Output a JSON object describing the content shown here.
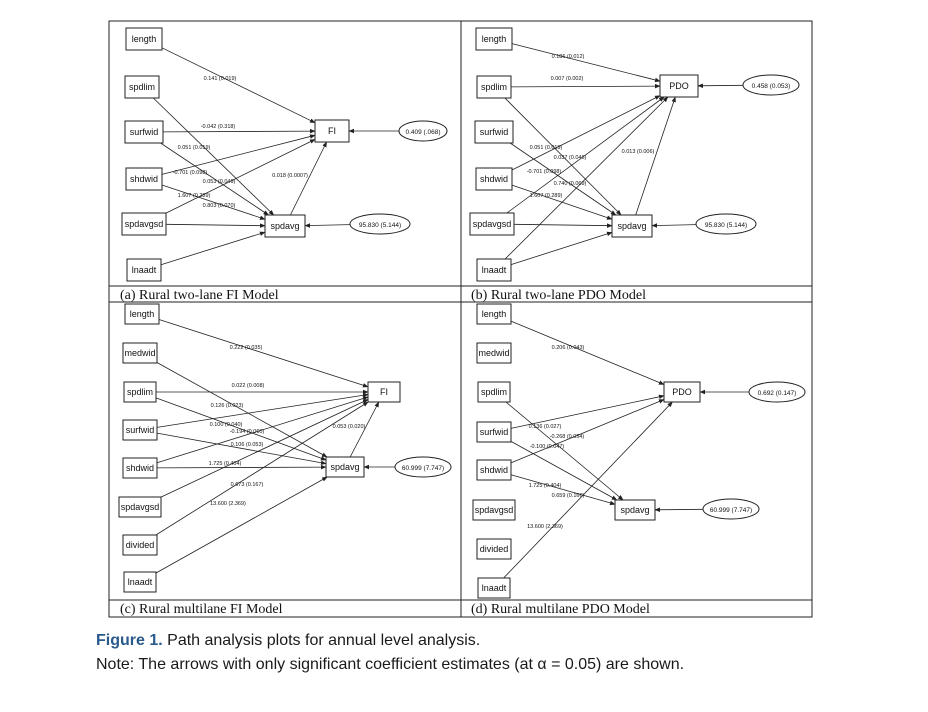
{
  "figure": {
    "caption_label": "Figure 1.",
    "caption_text": "Path analysis plots for annual level analysis.",
    "note": "Note: The arrows with only significant coefficient estimates (at α = 0.05) are shown."
  },
  "panels": [
    {
      "id": "a",
      "label": "(a) Rural two-lane FI Model",
      "nodes": [
        {
          "id": "length",
          "label": "length"
        },
        {
          "id": "spdlim",
          "label": "spdlim"
        },
        {
          "id": "surfwid",
          "label": "surfwid"
        },
        {
          "id": "shdwid",
          "label": "shdwid"
        },
        {
          "id": "spdavgsd",
          "label": "spdavgsd"
        },
        {
          "id": "lnaadt",
          "label": "lnaadt"
        },
        {
          "id": "FI",
          "label": "FI"
        },
        {
          "id": "spdavg",
          "label": "spdavg"
        },
        {
          "id": "res_FI",
          "label": "0.409 (.068)"
        },
        {
          "id": "res_spd",
          "label": "95.830 (5.144)"
        }
      ],
      "edges": [
        {
          "from": "length",
          "to": "FI",
          "label": "0.141 (0.019)"
        },
        {
          "from": "surfwid",
          "to": "FI",
          "label": "-0.042 (0.318)"
        },
        {
          "from": "spdlim",
          "to": "spdavg",
          "label": "0.051 (0.019)"
        },
        {
          "from": "surfwid",
          "to": "spdavg",
          "label": "-0.701 (0.098)"
        },
        {
          "from": "shdwid",
          "to": "spdavg",
          "label": "0.053 (0.049)"
        },
        {
          "from": "spdavgsd",
          "to": "spdavg",
          "label": "1.607 (0.289)"
        },
        {
          "from": "lnaadt",
          "to": "spdavg",
          "label": "0.803 (0.070)"
        },
        {
          "from": "shdwid",
          "to": "FI",
          "label": ""
        },
        {
          "from": "spdavgsd",
          "to": "FI",
          "label": ""
        },
        {
          "from": "spdavg",
          "to": "FI",
          "label": "0.018 (0.0007)"
        },
        {
          "from": "res_FI",
          "to": "FI",
          "label": ""
        },
        {
          "from": "res_spd",
          "to": "spdavg",
          "label": ""
        }
      ]
    },
    {
      "id": "b",
      "label": "(b) Rural two-lane PDO Model",
      "nodes": [
        {
          "id": "length",
          "label": "length"
        },
        {
          "id": "spdlim",
          "label": "spdlim"
        },
        {
          "id": "surfwid",
          "label": "surfwid"
        },
        {
          "id": "shdwid",
          "label": "shdwid"
        },
        {
          "id": "spdavgsd",
          "label": "spdavgsd"
        },
        {
          "id": "lnaadt",
          "label": "lnaadt"
        },
        {
          "id": "PDO",
          "label": "PDO"
        },
        {
          "id": "spdavg",
          "label": "spdavg"
        },
        {
          "id": "res_PDO",
          "label": "0.458 (0.053)"
        },
        {
          "id": "res_spd",
          "label": "95.830 (5.144)"
        }
      ],
      "edges": [
        {
          "from": "length",
          "to": "PDO",
          "label": "0.186 (0.012)"
        },
        {
          "from": "spdlim",
          "to": "PDO",
          "label": "0.007 (0.002)"
        },
        {
          "from": "spdlim",
          "to": "spdavg",
          "label": "0.051 (0.019)"
        },
        {
          "from": "surfwid",
          "to": "spdavg",
          "label": "0.037 (0.046)"
        },
        {
          "from": "shdwid",
          "to": "spdavg",
          "label": "-0.701 (0.098)"
        },
        {
          "from": "spdavgsd",
          "to": "spdavg",
          "label": "0.740 (0.069)"
        },
        {
          "from": "lnaadt",
          "to": "spdavg",
          "label": "1.607 (0.289)"
        },
        {
          "from": "shdwid",
          "to": "PDO",
          "label": ""
        },
        {
          "from": "spdavgsd",
          "to": "PDO",
          "label": ""
        },
        {
          "from": "lnaadt",
          "to": "PDO",
          "label": ""
        },
        {
          "from": "spdavg",
          "to": "PDO",
          "label": "0.013 (0.006)"
        },
        {
          "from": "res_PDO",
          "to": "PDO",
          "label": ""
        },
        {
          "from": "res_spd",
          "to": "spdavg",
          "label": ""
        }
      ]
    },
    {
      "id": "c",
      "label": "(c) Rural multilane FI Model",
      "nodes": [
        {
          "id": "length",
          "label": "length"
        },
        {
          "id": "medwid",
          "label": "medwid"
        },
        {
          "id": "spdlim",
          "label": "spdlim"
        },
        {
          "id": "surfwid",
          "label": "surfwid"
        },
        {
          "id": "shdwid",
          "label": "shdwid"
        },
        {
          "id": "spdavgsd",
          "label": "spdavgsd"
        },
        {
          "id": "divided",
          "label": "divided"
        },
        {
          "id": "lnaadt",
          "label": "lnaadt"
        },
        {
          "id": "FI",
          "label": "FI"
        },
        {
          "id": "spdavg",
          "label": "spdavg"
        },
        {
          "id": "res_spd",
          "label": "60.999 (7.747)"
        }
      ],
      "edges": [
        {
          "from": "length",
          "to": "FI",
          "label": "0.222 (0.035)"
        },
        {
          "from": "spdlim",
          "to": "FI",
          "label": "0.022 (0.008)"
        },
        {
          "from": "medwid",
          "to": "spdavg",
          "label": ""
        },
        {
          "from": "spdlim",
          "to": "spdavg",
          "label": "0.126 (0.023)"
        },
        {
          "from": "surfwid",
          "to": "FI",
          "label": "0.100 (0.040)"
        },
        {
          "from": "surfwid",
          "to": "spdavg",
          "label": "-0.194 (0.060)"
        },
        {
          "from": "shdwid",
          "to": "FI",
          "label": "0.106 (0.053)"
        },
        {
          "from": "shdwid",
          "to": "spdavg",
          "label": "1.725 (0.404)"
        },
        {
          "from": "spdavgsd",
          "to": "FI",
          "label": "0.673 (0.167)"
        },
        {
          "from": "divided",
          "to": "FI",
          "label": ""
        },
        {
          "from": "lnaadt",
          "to": "spdavg",
          "label": "13.600 (2.369)"
        },
        {
          "from": "spdavg",
          "to": "FI",
          "label": "0.053 (0.020)"
        },
        {
          "from": "res_spd",
          "to": "spdavg",
          "label": ""
        }
      ]
    },
    {
      "id": "d",
      "label": "(d) Rural multilane PDO Model",
      "nodes": [
        {
          "id": "length",
          "label": "length"
        },
        {
          "id": "medwid",
          "label": "medwid"
        },
        {
          "id": "spdlim",
          "label": "spdlim"
        },
        {
          "id": "surfwid",
          "label": "surfwid"
        },
        {
          "id": "shdwid",
          "label": "shdwid"
        },
        {
          "id": "spdavgsd",
          "label": "spdavgsd"
        },
        {
          "id": "divided",
          "label": "divided"
        },
        {
          "id": "lnaadt",
          "label": "lnaadt"
        },
        {
          "id": "PDO",
          "label": "PDO"
        },
        {
          "id": "spdavg",
          "label": "spdavg"
        },
        {
          "id": "res_PDO",
          "label": "0.692 (0.147)"
        },
        {
          "id": "res_spd",
          "label": "60.999 (7.747)"
        }
      ],
      "edges": [
        {
          "from": "length",
          "to": "PDO",
          "label": "0.206 (0.043)"
        },
        {
          "from": "spdlim",
          "to": "spdavg",
          "label": "0.136 (0.027)"
        },
        {
          "from": "surfwid",
          "to": "PDO",
          "label": "-0.268 (0.054)"
        },
        {
          "from": "surfwid",
          "to": "spdavg",
          "label": "-0.100 (0.047)"
        },
        {
          "from": "shdwid",
          "to": "spdavg",
          "label": "1.725 (0.404)"
        },
        {
          "from": "shdwid",
          "to": "PDO",
          "label": "0.659 (0.166)"
        },
        {
          "from": "lnaadt",
          "to": "PDO",
          "label": "13.600 (2.369)"
        },
        {
          "from": "res_PDO",
          "to": "PDO",
          "label": ""
        },
        {
          "from": "res_spd",
          "to": "spdavg",
          "label": ""
        }
      ]
    }
  ]
}
